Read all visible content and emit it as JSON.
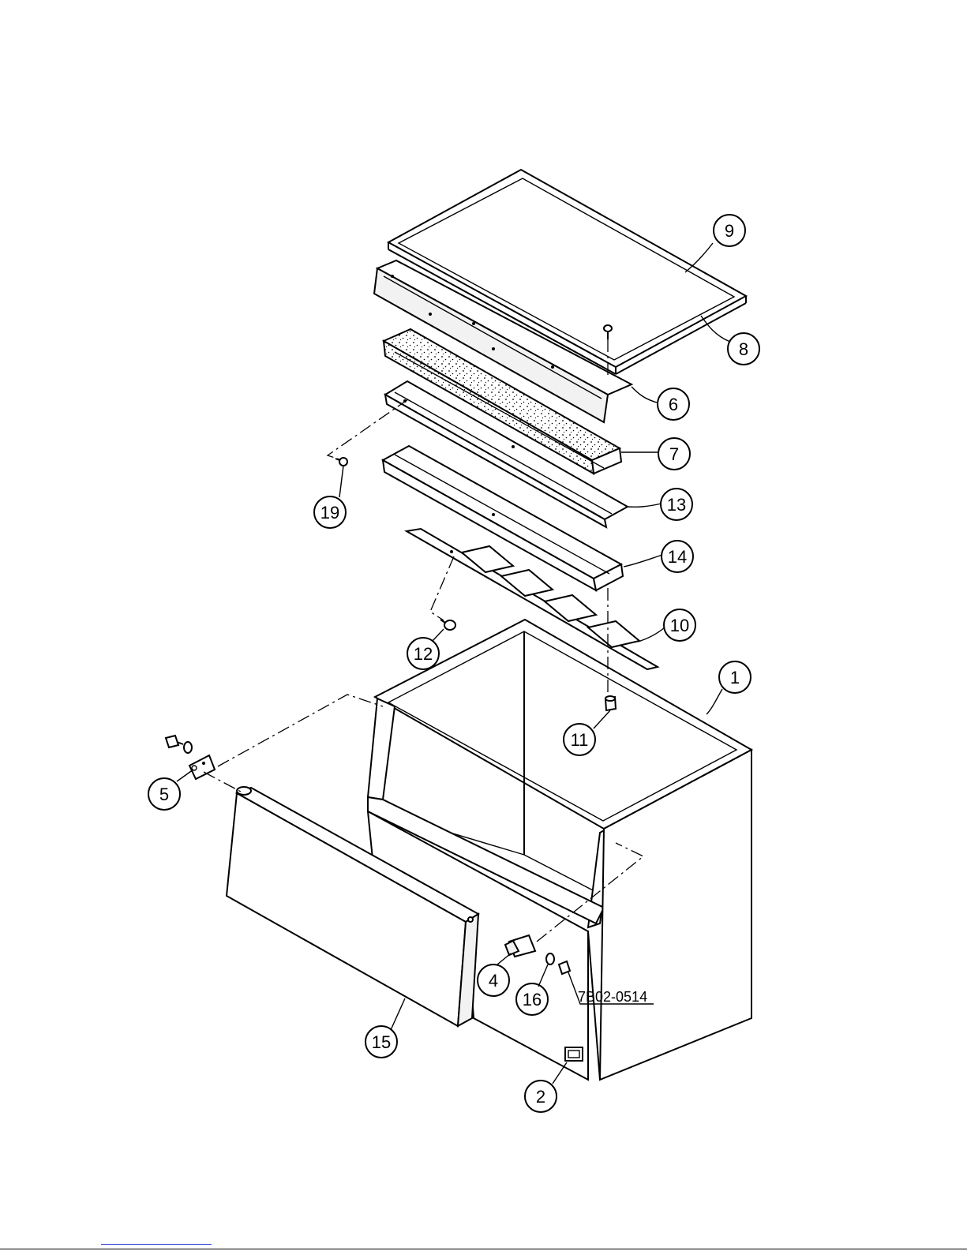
{
  "drawing": {
    "part_code": "7B02-0514",
    "callouts": [
      "9",
      "8",
      "6",
      "7",
      "13",
      "19",
      "14",
      "10",
      "12",
      "1",
      "11",
      "5",
      "4",
      "16",
      "15",
      "2"
    ]
  }
}
